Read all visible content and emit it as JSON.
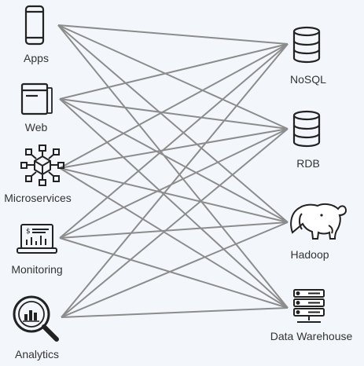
{
  "sources": [
    {
      "id": "apps",
      "label": "Apps",
      "icon": "mobile-phone-icon"
    },
    {
      "id": "web",
      "label": "Web",
      "icon": "browser-window-icon"
    },
    {
      "id": "microservices",
      "label": "Microservices",
      "icon": "microservices-network-icon"
    },
    {
      "id": "monitoring",
      "label": "Monitoring",
      "icon": "monitoring-dashboard-icon"
    },
    {
      "id": "analytics",
      "label": "Analytics",
      "icon": "analytics-magnifier-icon"
    }
  ],
  "targets": [
    {
      "id": "nosql",
      "label": "NoSQL",
      "icon": "database-icon"
    },
    {
      "id": "rdb",
      "label": "RDB",
      "icon": "database-icon"
    },
    {
      "id": "hadoop",
      "label": "Hadoop",
      "icon": "hadoop-elephant-icon"
    },
    {
      "id": "data-warehouse",
      "label": "Data Warehouse",
      "icon": "server-rack-icon"
    }
  ],
  "connections": "all-to-all",
  "colors": {
    "edge": "#8c8c8c",
    "icon": "#222222",
    "background": "#f3f6fb"
  }
}
